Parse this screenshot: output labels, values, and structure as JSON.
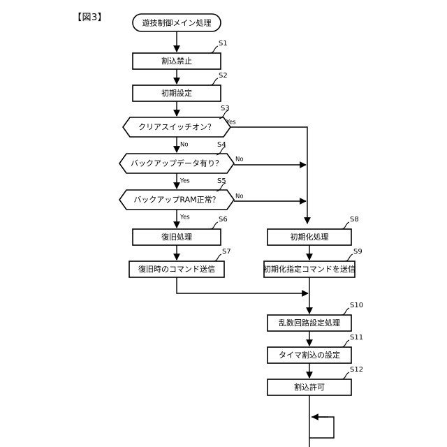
{
  "figure": {
    "label": "【図3】",
    "title_node": "遊技制御メイン処理"
  },
  "steps": [
    {
      "id": "S1",
      "label": "S1",
      "text": "割込禁止",
      "shape": "process"
    },
    {
      "id": "S2",
      "label": "S2",
      "text": "初期設定",
      "shape": "process"
    },
    {
      "id": "S3",
      "label": "S3",
      "text": "クリアスイッチオン？",
      "shape": "decision",
      "yes": "Yes",
      "no": "No"
    },
    {
      "id": "S4",
      "label": "S4",
      "text": "バックアップデータ有り？",
      "shape": "decision",
      "yes": "Yes",
      "no": "No"
    },
    {
      "id": "S5",
      "label": "S5",
      "text": "バックアップRAM正常？",
      "shape": "decision",
      "yes": "Yes",
      "no": "No"
    },
    {
      "id": "S6",
      "label": "S6",
      "text": "復旧処理",
      "shape": "process"
    },
    {
      "id": "S7",
      "label": "S7",
      "text": "復旧時のコマンド送信",
      "shape": "process"
    },
    {
      "id": "S8",
      "label": "S8",
      "text": "初期化処理",
      "shape": "process"
    },
    {
      "id": "S9",
      "label": "S9",
      "text": "初期化指定コマンドを送信",
      "shape": "process"
    },
    {
      "id": "S10",
      "label": "S10",
      "text": "乱数回路設定処理",
      "shape": "process"
    },
    {
      "id": "S11",
      "label": "S11",
      "text": "タイマ割込の設定",
      "shape": "process"
    },
    {
      "id": "S12",
      "label": "S12",
      "text": "割込許可",
      "shape": "process"
    }
  ],
  "branch_labels": {
    "s3_yes": "Yes",
    "s3_no": "No",
    "s4_no": "No",
    "s4_yes": "Yes",
    "s5_no": "No",
    "s5_yes": "Yes"
  },
  "colors": {
    "stroke": "#000000",
    "fill": "#ffffff",
    "background": "#ffffff"
  }
}
